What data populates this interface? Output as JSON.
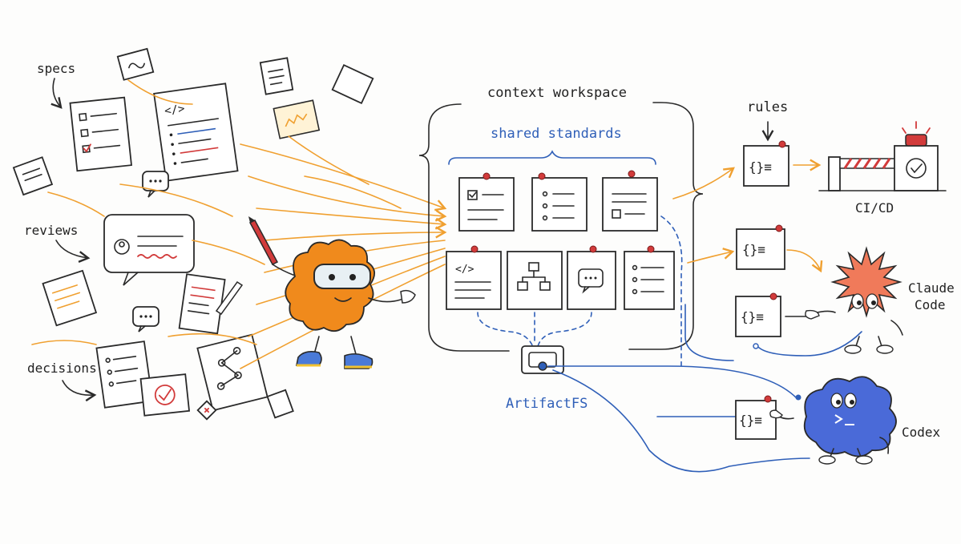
{
  "labels": {
    "specs": "specs",
    "reviews": "reviews",
    "decisions": "decisions",
    "context_workspace": "context workspace",
    "shared_standards": "shared standards",
    "artifactfs": "ArtifactFS",
    "rules": "rules",
    "ci_cd": "CI/CD",
    "claude_code_line1": "Claude",
    "claude_code_line2": "Code",
    "codex": "Codex"
  },
  "glyphs": {
    "code_tag": "</>",
    "rule_braces": "{}≡"
  },
  "colors": {
    "ink": "#222222",
    "orange_flow": "#f0a030",
    "blue_flow": "#2f5fb8",
    "mascot_orange": "#f08a1c",
    "claude_coral": "#f07a5a",
    "codex_blue": "#4a6ad8",
    "pin_red": "#d23b3b"
  }
}
